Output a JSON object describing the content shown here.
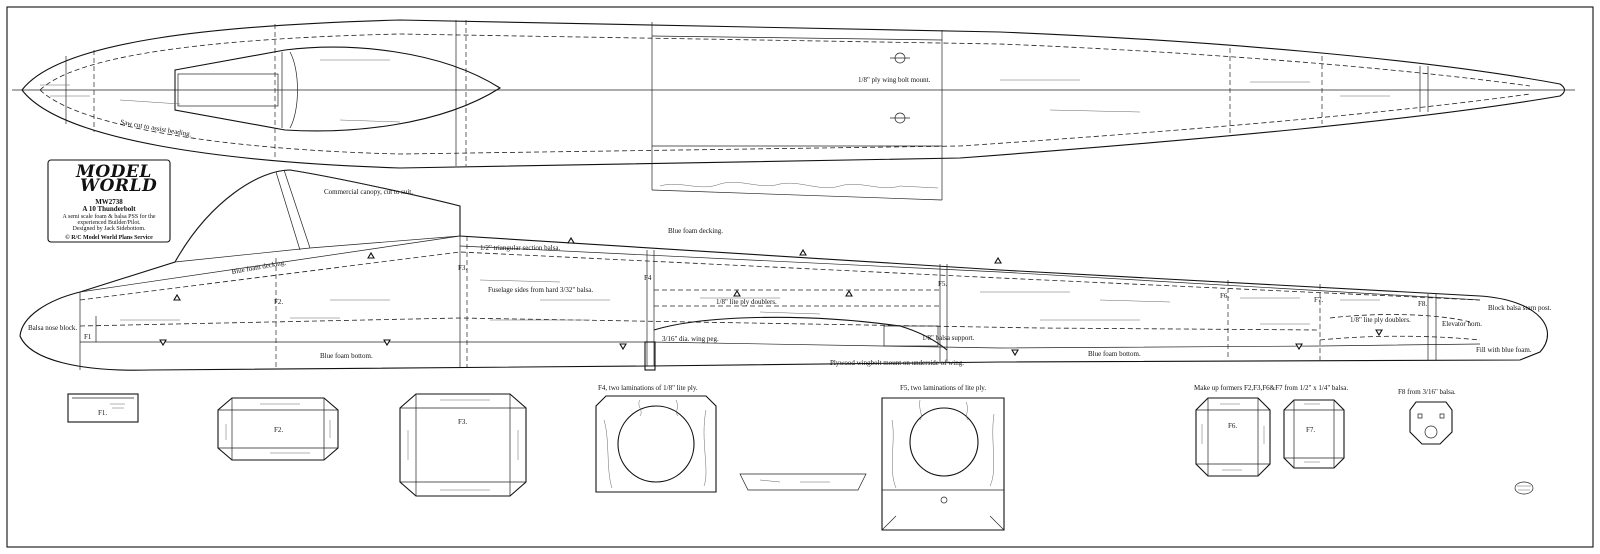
{
  "title_block": {
    "logo_line1": "MODEL",
    "logo_line2": "WORLD",
    "plan_number": "MW2738",
    "model_name": "A 10 Thunderbolt",
    "description_line1": "A semi scale foam & balsa PSS for the",
    "description_line2": "experienced Builder/Pilot.",
    "designer": "Designed by Jack Sidebottom.",
    "copyright": "© R/C Model World Plans Service"
  },
  "top_view": {
    "saw_cut_note": "Saw cut to assist beading.",
    "wing_bolt_note": "1/8\" ply wing bolt mount."
  },
  "side_view": {
    "canopy_note": "Commercial canopy, cut to suit.",
    "blue_foam_decking_rear": "Blue foam decking.",
    "blue_foam_decking_front": "Blue foam decking.",
    "triangular_note": "1/2\" triangular section balsa.",
    "fuselage_sides_note": "Fuselage sides from hard 3/32\" balsa.",
    "lite_ply_doublers_mid": "1/8\" lite ply doublers.",
    "lite_ply_doublers_rear": "1/8\" lite ply doublers.",
    "wing_peg_note": "3/16\" dia. wing  peg.",
    "balsa_support_note": "1/8\" balsa support.",
    "wingbolt_mount_note": "Plywood wingbolt mount on underside of wing.",
    "blue_foam_bottom_front": "Blue foam bottom.",
    "blue_foam_bottom_rear": "Blue foam bottom.",
    "balsa_nose_block": "Balsa nose block.",
    "block_stern_post": "Block balsa stern post.",
    "elevator_horn": "Elevator horn.",
    "fill_blue_foam": "Fill with blue foam.",
    "station_f1": "F1",
    "station_f2": "F2.",
    "station_f3": "F3.",
    "station_f4": "F4",
    "station_f5": "F5.",
    "station_f6": "F6.",
    "station_f7": "F7.",
    "station_f8": "F8."
  },
  "formers": {
    "f1_label": "F1.",
    "f2_label": "F2.",
    "f3_label": "F3.",
    "f4_title": "F4, two laminations of 1/8\" lite ply.",
    "f5_title": "F5, two laminations of lite ply.",
    "f6_label": "F6.",
    "f7_label": "F7.",
    "makeup_note": "Make up formers F2,F3,F6&F7 from 1/2\" x 1/4\" balsa.",
    "f8_title": "F8 from 3/16\" balsa."
  },
  "colors": {
    "ink": "#111111",
    "paper": "#ffffff"
  }
}
